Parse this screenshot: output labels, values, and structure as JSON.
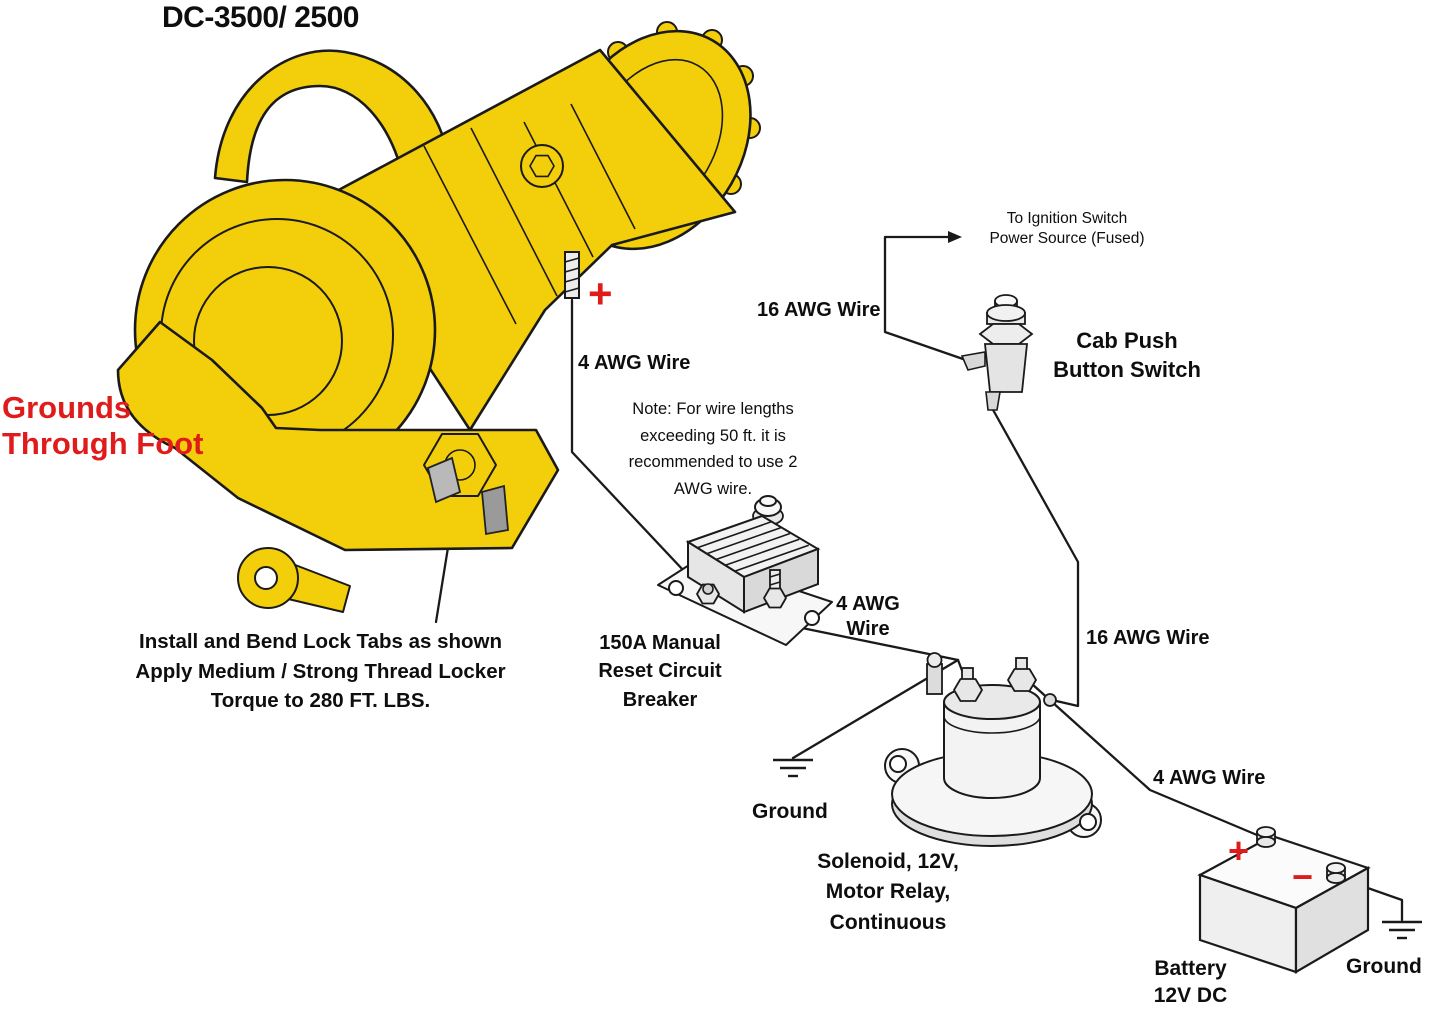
{
  "diagram": {
    "title": "DC-3500/ 2500",
    "colors": {
      "motor_yellow": "#F3CE0A",
      "accent_red": "#E01B1B",
      "line_black": "#1A1A1A"
    },
    "motor": {
      "grounds_note": "Grounds\nThrough Foot",
      "positive_symbol": "+",
      "wire_label": "4 AWG Wire",
      "install_note": "Install and Bend Lock Tabs as shown\nApply Medium / Strong Thread Locker\nTorque to 280 FT. LBS."
    },
    "wire_note": "Note: For wire lengths\nexceeding 50 ft. it is\nrecommended to use 2\nAWG wire.",
    "ignition_label": "To Ignition Switch\nPower Source (Fused)",
    "cab_switch_label": "Cab Push\nButton Switch",
    "breaker_label": "150A Manual\nReset Circuit\nBreaker",
    "wire_labels": {
      "awg16_top": "16 AWG Wire",
      "awg16_right": "16 AWG Wire",
      "awg4_breaker_solenoid": "4 AWG\nWire",
      "awg4_solenoid_battery": "4 AWG Wire"
    },
    "solenoid_label": "Solenoid, 12V,\nMotor Relay,\nContinuous",
    "battery": {
      "label": "Battery\n12V DC",
      "positive": "+",
      "negative": "−"
    },
    "ground_labels": {
      "left": "Ground",
      "right": "Ground"
    }
  }
}
